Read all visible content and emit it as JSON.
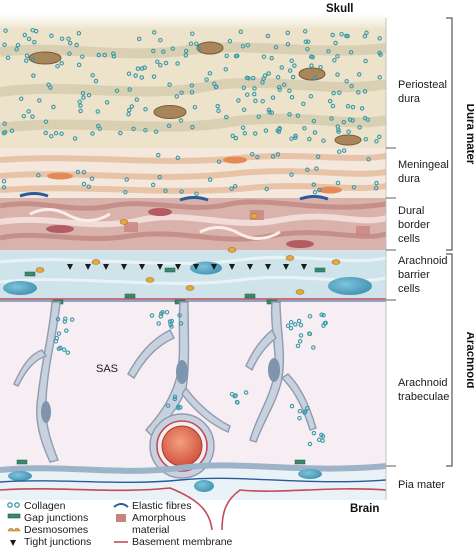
{
  "header": {
    "top": "Skull",
    "bottom": "Brain"
  },
  "layers": {
    "periosteal_dura": [
      "Periosteal",
      "dura"
    ],
    "meningeal_dura": [
      "Meningeal",
      "dura"
    ],
    "dural_border_cells": [
      "Dural",
      "border",
      "cells"
    ],
    "arachnoid_barrier_cells": [
      "Arachnoid",
      "barrier",
      "cells"
    ],
    "arachnoid_trabeculae": [
      "Arachnoid",
      "trabeculae"
    ],
    "pia_mater": "Pia mater"
  },
  "groups": {
    "dura_mater": "Dura mater",
    "arachnoid": "Arachnoid"
  },
  "sas_label": "SAS",
  "legend": {
    "collagen": "Collagen",
    "gap_junctions": "Gap junctions",
    "desmosomes": "Desmosomes",
    "tight_junctions": "Tight junctions",
    "elastic_fibres": "Elastic fibres",
    "amorphous_material": [
      "Amorphous",
      "material"
    ],
    "basement_membrane": "Basement membrane"
  },
  "colors": {
    "periosteal_bg": "#ece3ca",
    "meningeal_bg": "#f4e8dc",
    "dural_border_bg": "#d9b2ac",
    "arachnoid_barrier_bg": "#cfe3ea",
    "trabeculae_bg": "#f7eef3",
    "collagen": "#3a9aa8",
    "cell_fill": "#c8d2df",
    "nucleus": "#7f94ad",
    "vessel": "#d9534a",
    "basement_membrane": "#c44a58",
    "elastic": "#2a5a9a",
    "desmosome": "#e2a93f"
  }
}
